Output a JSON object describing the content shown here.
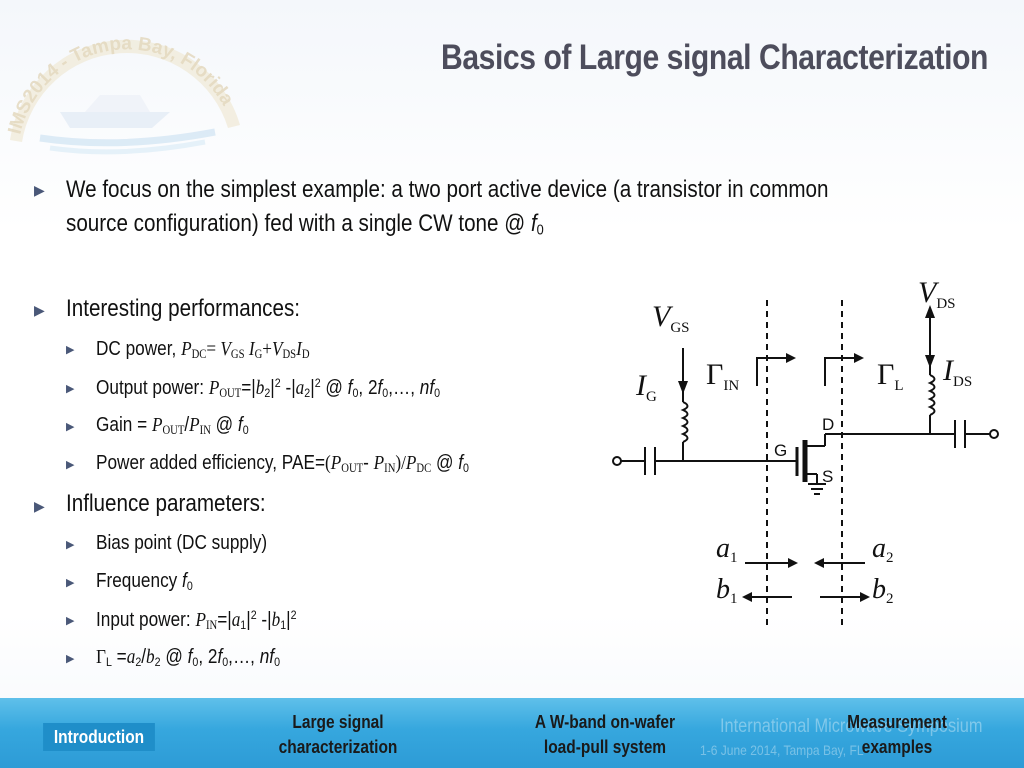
{
  "slide": {
    "title": "Basics of Large signal Characterization"
  },
  "logo": {
    "icon": "boat-logo",
    "text": "IMS2014 - Tampa Bay, Florida"
  },
  "bullets": {
    "b1": {
      "line1": "We focus on the simplest example: a two port active device (a transistor in common",
      "line2_text": "source configuration) fed with a single CW tone @ ",
      "line2_var": "f",
      "line2_sub": "0"
    },
    "b2": {
      "label": "Interesting performances:",
      "sub1_label": "DC power, ",
      "sub2_label": "Output power: ",
      "sub3_label": "Gain = ",
      "sub4_label": "Power added efficiency, PAE="
    },
    "b3": {
      "label": "Influence parameters:",
      "sub1": "Bias point (DC supply)",
      "sub2_label": "Frequency ",
      "sub3_label": "Input power: "
    }
  },
  "circuit": {
    "vgs": "V",
    "vgs_sub": "GS",
    "vds": "V",
    "vds_sub": "DS",
    "ig": "I",
    "ig_sub": "G",
    "ids": "I",
    "ids_sub": "DS",
    "gamma_in": "Γ",
    "gamma_in_sub": "IN",
    "gamma_l": "Γ",
    "gamma_l_sub": "L",
    "g_label": "G",
    "d_label": "D",
    "s_label": "S",
    "a1": "a",
    "a1_sub": "1",
    "b1": "b",
    "b1_sub": "1",
    "a2": "a",
    "a2_sub": "2",
    "b2": "b",
    "b2_sub": "2"
  },
  "footer": {
    "nav": [
      {
        "label": "Introduction",
        "active": true
      },
      {
        "label_line1": "Large signal",
        "label_line2": "characterization"
      },
      {
        "label_line1": "A W-band on-wafer",
        "label_line2": "load-pull system"
      },
      {
        "label_line1": "Measurement",
        "label_line2": "examples"
      }
    ],
    "watermark1": "International Microwave Symposium",
    "watermark2": "1-6 June 2014, Tampa Bay, FL"
  },
  "colors": {
    "title": "#4d4d5c",
    "footer": "#36a7de",
    "active_tab": "#1f8ec9"
  }
}
